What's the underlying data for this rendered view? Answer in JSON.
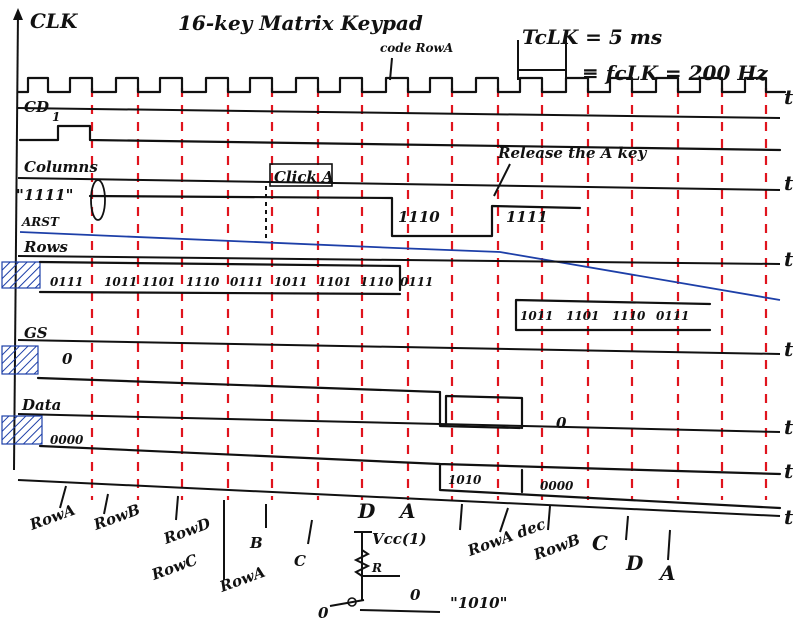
{
  "title": "16-key Matrix Keypad",
  "clk_label": "CLK",
  "tclk_label": "TcLK = 5 ms",
  "fclk_label": "≡ fcLK = 200 Hz",
  "code_row_a": "code RowA",
  "click_a": "Click A",
  "release_label": "Release the A key",
  "signals": {
    "cd": "CD",
    "cd_pulse": "1",
    "columns": "Columns",
    "columns_val": "\"1111\"",
    "arst": "ARST",
    "rows": "Rows",
    "gs": "GS",
    "data": "Data",
    "t": "t"
  },
  "values": {
    "columns_seg": "1110",
    "columns_seg2": "1111",
    "rows_seq": [
      "0111",
      "1011",
      "1101",
      "1110",
      "0111",
      "1011",
      "1101",
      "1110",
      "0111"
    ],
    "rows_seq2": [
      "1011",
      "1101",
      "1110",
      "0111"
    ],
    "gs_low": "0",
    "data_init": "0000",
    "data_code": "1010",
    "data_after": "0000",
    "data_zero": "0"
  },
  "annotations": {
    "bottom_labels": [
      "RowA",
      "RowB",
      "RowC",
      "RowD",
      "RowA",
      "B",
      "C",
      "D",
      "A",
      "RowA dec",
      "RowB",
      "C",
      "D",
      "A"
    ],
    "vcc": "Vcc(1)",
    "r_label": "R",
    "zero_a": "0",
    "zero_b": "0",
    "dec_val": "\"1010\""
  }
}
